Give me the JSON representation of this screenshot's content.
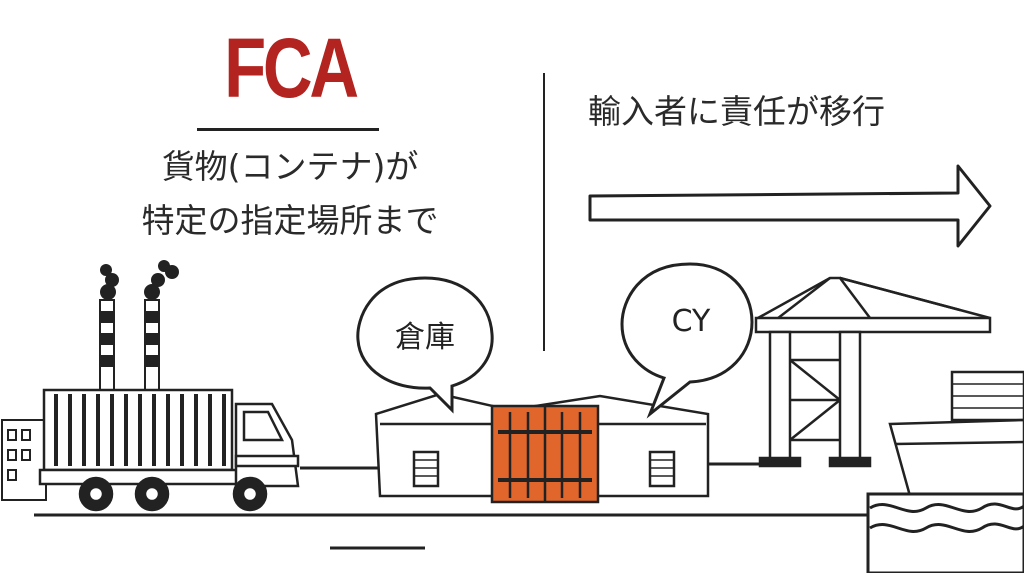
{
  "title": "FCA",
  "description": {
    "line1": "貨物(コンテナ)が",
    "line2": "特定の指定場所まで"
  },
  "responsibility_text": "輸入者に責任が移行",
  "bubbles": {
    "warehouse": "倉庫",
    "cy": "CY"
  },
  "colors": {
    "title": "#b3231f",
    "container": "#e0662c",
    "ink": "#222222"
  },
  "icons": [
    "factory-icon",
    "truck-icon",
    "warehouse-icon",
    "container-icon",
    "gantry-crane-icon",
    "cargo-ship-icon",
    "arrow-right-icon"
  ]
}
